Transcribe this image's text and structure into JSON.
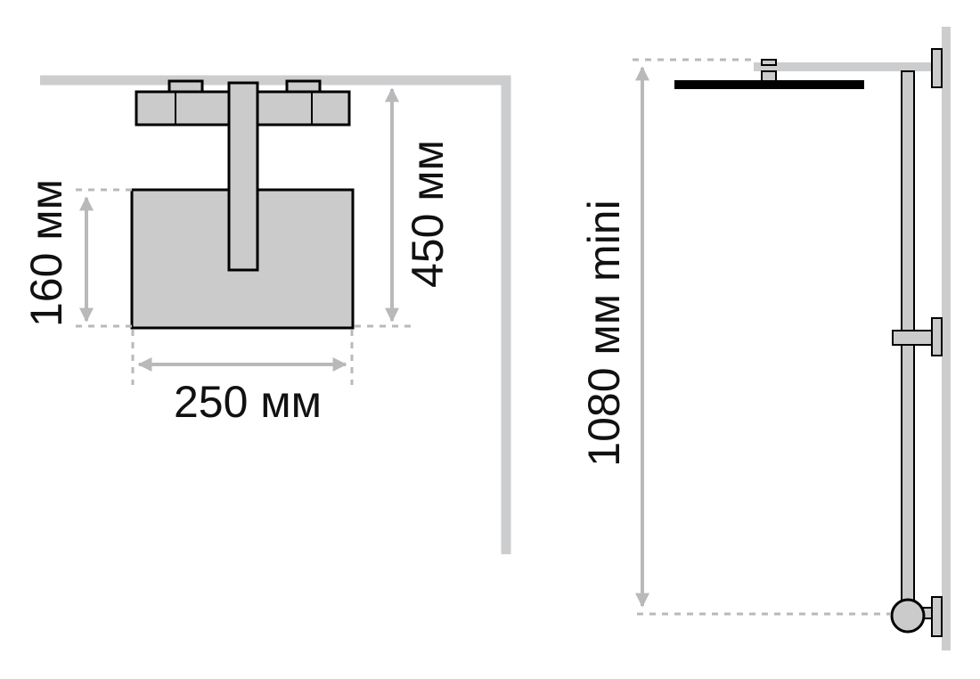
{
  "labels": {
    "height_head": "160 мм",
    "distance_ceiling": "450 мм",
    "width_head": "250 мм",
    "height_min": "1080 мм mini"
  },
  "colors": {
    "wall": "#cccdcf",
    "part_fill": "#cbcbcb",
    "outline": "#000000",
    "dimension": "#b9b9bb",
    "text": "#111111"
  }
}
